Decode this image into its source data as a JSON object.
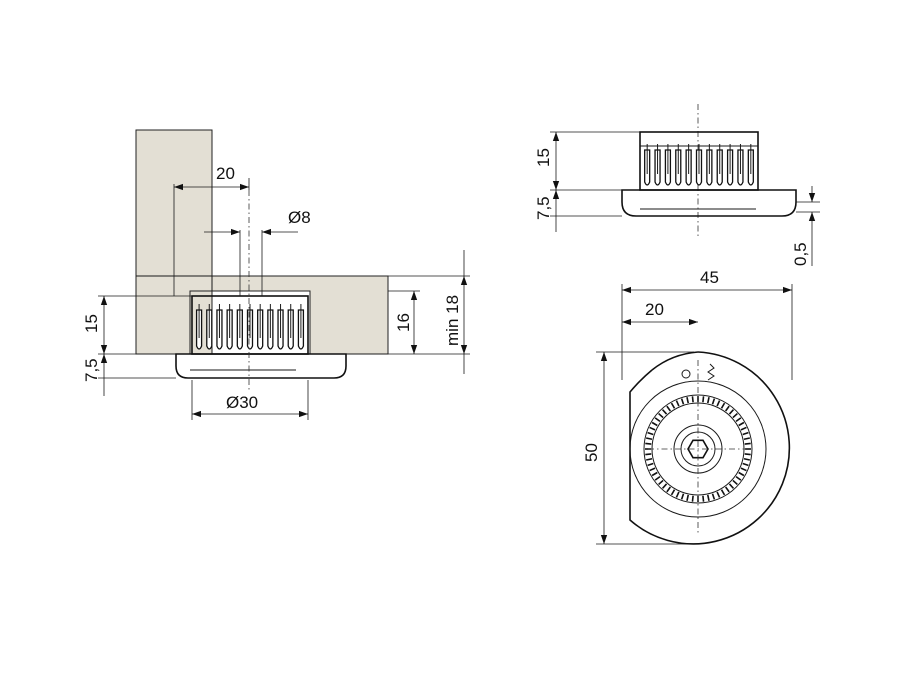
{
  "colors": {
    "board": "#e3dfd4",
    "line": "#1a1a1a",
    "background": "#ffffff"
  },
  "dimensions": {
    "side_view": {
      "offset": "20",
      "hole_diameter": "Ø8",
      "housing_height": "15",
      "flange_height": "7,5",
      "recess_depth": "16",
      "board_thickness": "min 18",
      "housing_diameter": "Ø30"
    },
    "profile_view": {
      "housing_height": "15",
      "flange_height": "7,5",
      "gap": "0,5"
    },
    "top_view": {
      "width": "45",
      "offset": "20",
      "height": "50"
    }
  }
}
